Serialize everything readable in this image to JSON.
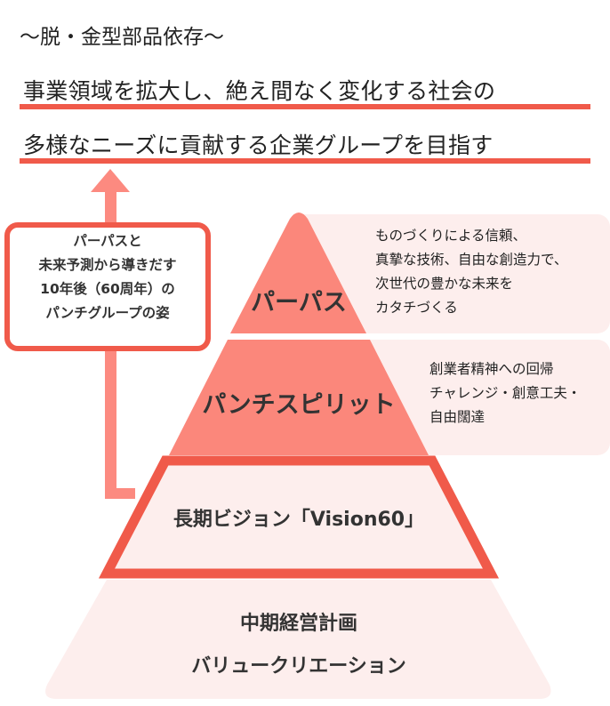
{
  "header": {
    "subtitle": "〜脱・金型部品依存〜",
    "line1": "事業領域を拡大し、絶え間なく変化する社会の",
    "line2": "多様なニーズに貢献する企業グループを目指す"
  },
  "note": {
    "lines": [
      "パーパスと",
      "未来予測から導きだす",
      "10年後（60周年）の",
      "パンチグループの姿"
    ]
  },
  "tiers": [
    {
      "label": "パーパス",
      "desc": [
        "ものづくりによる信頼、",
        "真摯な技術、自由な創造力で、",
        "次世代の豊かな未来を",
        "カタチづくる"
      ]
    },
    {
      "label": "パンチスピリット",
      "desc": [
        "創業者精神への回帰",
        "チャレンジ・創意工夫・",
        "自由闊達"
      ]
    },
    {
      "label": "長期ビジョン「Vision60」"
    },
    {
      "label_lines": [
        "中期経営計画",
        "バリュークリエーション"
      ]
    }
  ],
  "colors": {
    "accent": "#f05a4a",
    "salmon": "#fb877b",
    "pale": "#fdeeed",
    "arrow": "#fc8a80"
  }
}
